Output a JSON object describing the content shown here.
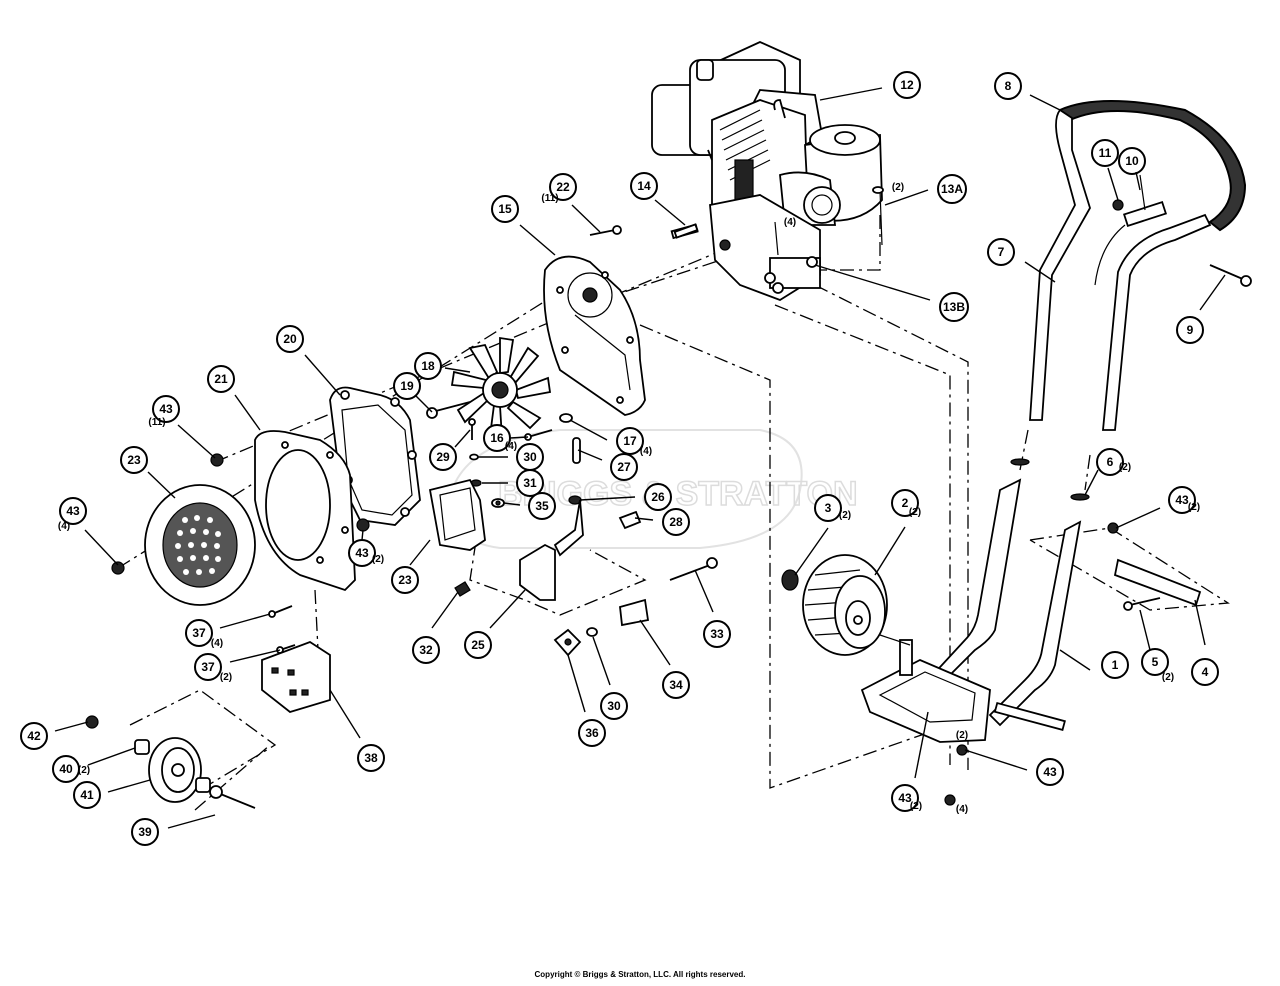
{
  "watermark": "BRIGGS & STRATTON",
  "copyright": "Copyright © Briggs & Stratton, LLC. All rights reserved.",
  "callouts": [
    {
      "id": "c1",
      "label": "1",
      "qty": ""
    },
    {
      "id": "c2",
      "label": "2",
      "qty": "(2)"
    },
    {
      "id": "c3",
      "label": "3",
      "qty": "(2)"
    },
    {
      "id": "c4",
      "label": "4",
      "qty": ""
    },
    {
      "id": "c5",
      "label": "5",
      "qty": "(2)"
    },
    {
      "id": "c6",
      "label": "6",
      "qty": "(2)"
    },
    {
      "id": "c7",
      "label": "7",
      "qty": ""
    },
    {
      "id": "c8",
      "label": "8",
      "qty": ""
    },
    {
      "id": "c9",
      "label": "9",
      "qty": ""
    },
    {
      "id": "c10",
      "label": "10",
      "qty": ""
    },
    {
      "id": "c11",
      "label": "11",
      "qty": ""
    },
    {
      "id": "c12",
      "label": "12",
      "qty": ""
    },
    {
      "id": "c13a",
      "label": "13A",
      "qty": "(2)"
    },
    {
      "id": "c13b",
      "label": "13B",
      "qty": "(4)"
    },
    {
      "id": "c14",
      "label": "14",
      "qty": ""
    },
    {
      "id": "c15",
      "label": "15",
      "qty": ""
    },
    {
      "id": "c16",
      "label": "16",
      "qty": "(4)"
    },
    {
      "id": "c17",
      "label": "17",
      "qty": "(4)"
    },
    {
      "id": "c18",
      "label": "18",
      "qty": ""
    },
    {
      "id": "c19",
      "label": "19",
      "qty": ""
    },
    {
      "id": "c20",
      "label": "20",
      "qty": ""
    },
    {
      "id": "c21",
      "label": "21",
      "qty": ""
    },
    {
      "id": "c22",
      "label": "22",
      "qty": "(11)"
    },
    {
      "id": "c23a",
      "label": "23",
      "qty": ""
    },
    {
      "id": "c23b",
      "label": "23",
      "qty": ""
    },
    {
      "id": "c25",
      "label": "25",
      "qty": ""
    },
    {
      "id": "c26",
      "label": "26",
      "qty": ""
    },
    {
      "id": "c27",
      "label": "27",
      "qty": ""
    },
    {
      "id": "c28",
      "label": "28",
      "qty": ""
    },
    {
      "id": "c29",
      "label": "29",
      "qty": ""
    },
    {
      "id": "c30a",
      "label": "30",
      "qty": ""
    },
    {
      "id": "c30b",
      "label": "30",
      "qty": ""
    },
    {
      "id": "c31",
      "label": "31",
      "qty": ""
    },
    {
      "id": "c32",
      "label": "32",
      "qty": ""
    },
    {
      "id": "c33",
      "label": "33",
      "qty": ""
    },
    {
      "id": "c34",
      "label": "34",
      "qty": ""
    },
    {
      "id": "c35",
      "label": "35",
      "qty": ""
    },
    {
      "id": "c36",
      "label": "36",
      "qty": ""
    },
    {
      "id": "c37a",
      "label": "37",
      "qty": "(4)"
    },
    {
      "id": "c37b",
      "label": "37",
      "qty": "(2)"
    },
    {
      "id": "c38",
      "label": "38",
      "qty": ""
    },
    {
      "id": "c39",
      "label": "39",
      "qty": ""
    },
    {
      "id": "c40",
      "label": "40",
      "qty": "(2)"
    },
    {
      "id": "c41",
      "label": "41",
      "qty": ""
    },
    {
      "id": "c42",
      "label": "42",
      "qty": ""
    },
    {
      "id": "c43a",
      "label": "43",
      "qty": "(11)"
    },
    {
      "id": "c43b",
      "label": "43",
      "qty": "(4)"
    },
    {
      "id": "c43c",
      "label": "43",
      "qty": "(2)"
    },
    {
      "id": "c43d",
      "label": "43",
      "qty": "(2)"
    },
    {
      "id": "c43e",
      "label": "43",
      "qty": "(2)"
    },
    {
      "id": "c43f",
      "label": "43",
      "qty": "(2)"
    }
  ],
  "extra_qty": [
    {
      "id": "q43f2",
      "text": "(4)"
    }
  ]
}
